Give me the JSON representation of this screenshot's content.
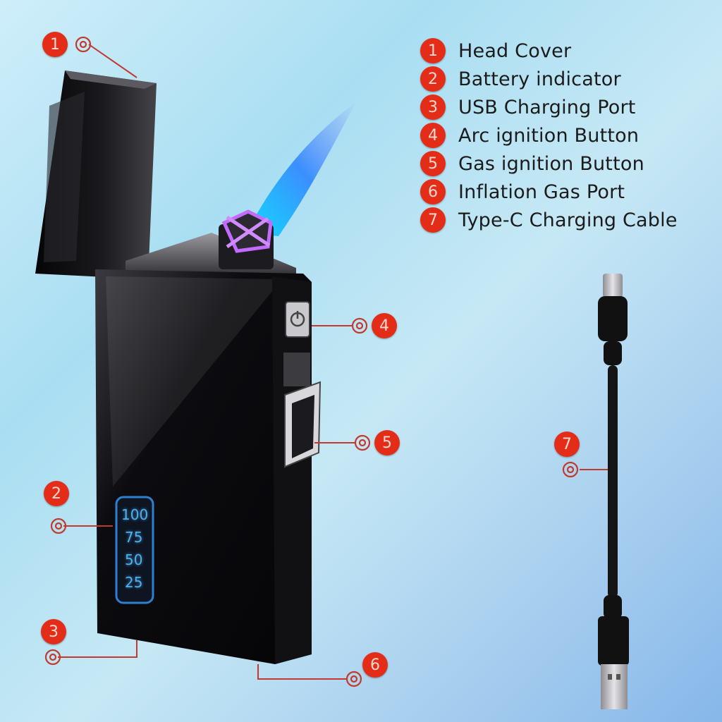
{
  "legend": [
    {
      "num": "1",
      "label": "Head Cover"
    },
    {
      "num": "2",
      "label": "Battery indicator"
    },
    {
      "num": "3",
      "label": "USB Charging Port"
    },
    {
      "num": "4",
      "label": "Arc ignition Button"
    },
    {
      "num": "5",
      "label": "Gas ignition Button"
    },
    {
      "num": "6",
      "label": "Inflation Gas Port"
    },
    {
      "num": "7",
      "label": "Type-C Charging Cable"
    }
  ],
  "callouts": {
    "c1": "1",
    "c2": "2",
    "c3": "3",
    "c4": "4",
    "c5": "5",
    "c6": "6",
    "c7": "7"
  },
  "battery_levels": [
    "100",
    "75",
    "50",
    "25"
  ],
  "colors": {
    "badge": "#e42d18",
    "leader_line": "#c23a2e",
    "flame": "#2f86ff",
    "lighter_body": "#0b0b0d",
    "battery_glow": "#4fb0e8"
  }
}
